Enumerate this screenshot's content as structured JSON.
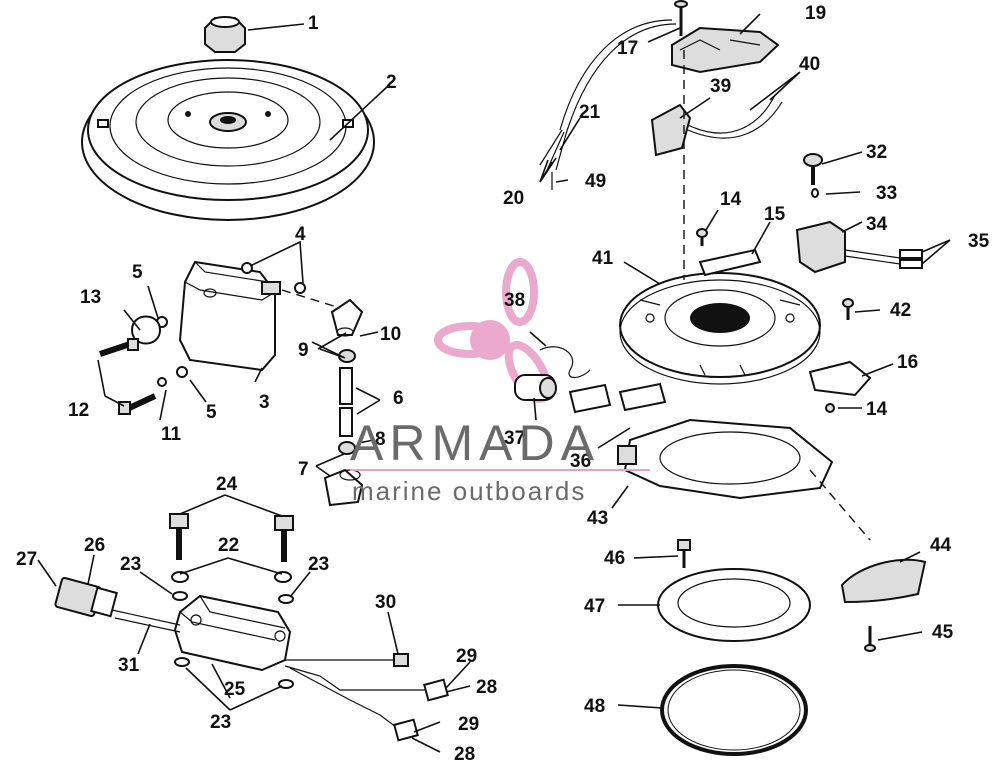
{
  "labels": {
    "l1": "1",
    "l2": "2",
    "l3": "3",
    "l4": "4",
    "l5a": "5",
    "l5b": "5",
    "l6": "6",
    "l7": "7",
    "l8": "8",
    "l9": "9",
    "l10": "10",
    "l11": "11",
    "l12": "12",
    "l13": "13",
    "l14a": "14",
    "l14b": "14",
    "l15": "15",
    "l16": "16",
    "l17": "17",
    "l19": "19",
    "l20": "20",
    "l21": "21",
    "l22": "22",
    "l23a": "23",
    "l23b": "23",
    "l23c": "23",
    "l24": "24",
    "l25": "25",
    "l26": "26",
    "l27": "27",
    "l28a": "28",
    "l28b": "28",
    "l29a": "29",
    "l29b": "29",
    "l30": "30",
    "l31": "31",
    "l32": "32",
    "l33": "33",
    "l34": "34",
    "l35": "35",
    "l36": "36",
    "l37": "37",
    "l38": "38",
    "l39": "39",
    "l40": "40",
    "l41": "41",
    "l42": "42",
    "l43": "43",
    "l44": "44",
    "l45": "45",
    "l46": "46",
    "l47": "47",
    "l48": "48",
    "l49": "49"
  },
  "watermark": {
    "brand": "ARMADA",
    "tagline": "marine outboards",
    "logo_color": "#e8a0c8"
  }
}
